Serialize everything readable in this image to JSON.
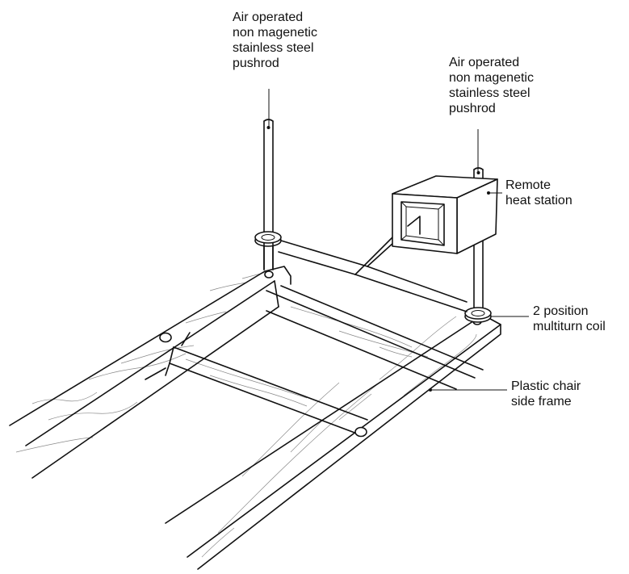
{
  "labels": {
    "pushrod_left": [
      "Air operated",
      "non magenetic",
      "stainless steel",
      "pushrod"
    ],
    "pushrod_right": [
      "Air operated",
      "non magenetic",
      "stainless steel",
      "pushrod"
    ],
    "heat_station": [
      "Remote",
      "heat station"
    ],
    "coil": [
      "2 position",
      "multiturn coil"
    ],
    "frame": [
      "Plastic chair",
      "side frame"
    ]
  },
  "colors": {
    "line": "#111111",
    "grain": "#8a8a8a",
    "background": "#ffffff"
  }
}
